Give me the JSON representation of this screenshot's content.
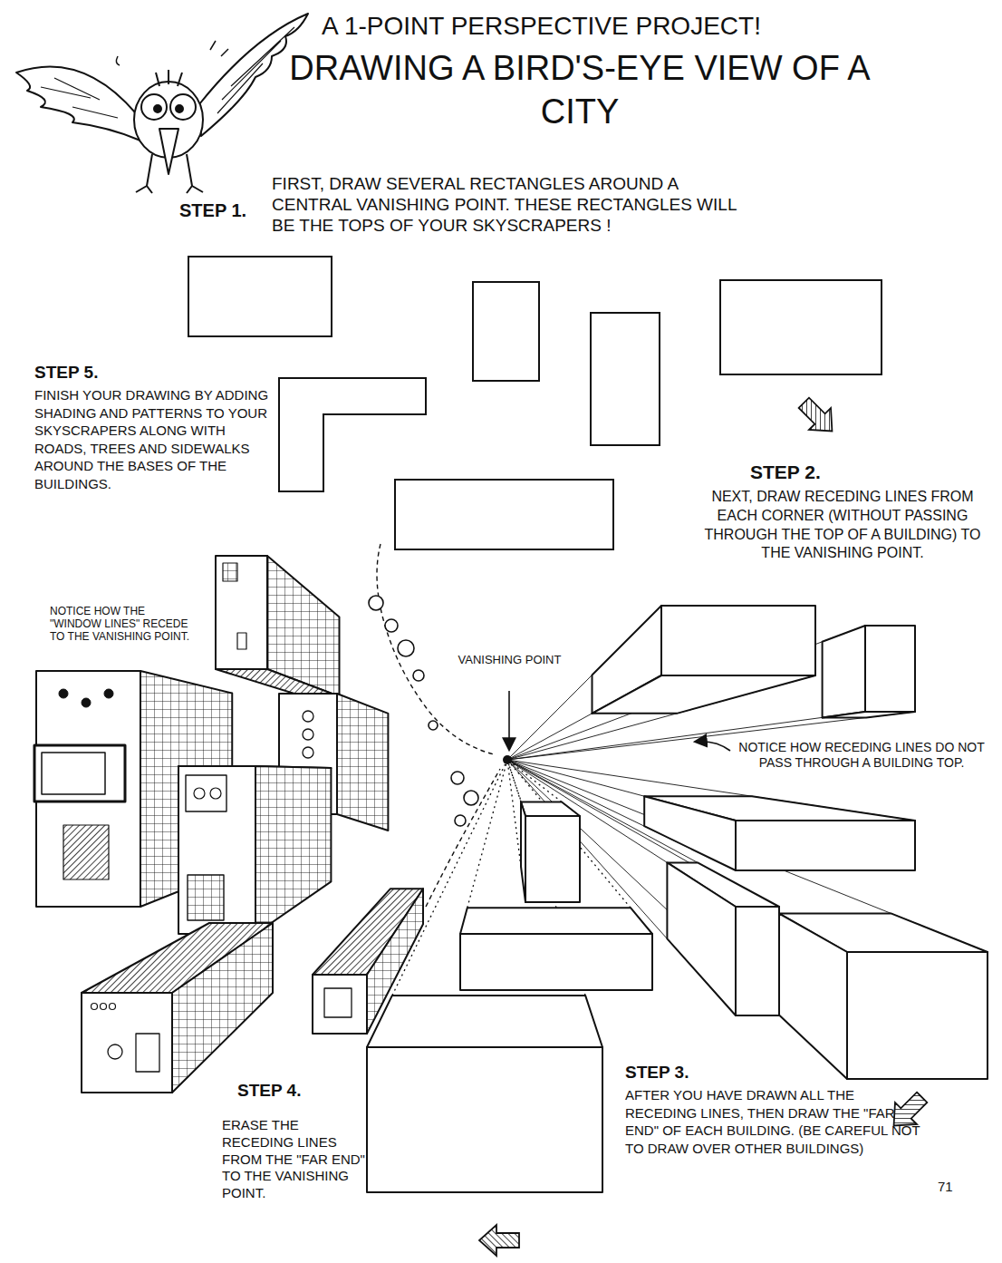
{
  "diagram": {
    "title": "DRAWING A BIRD'S-EYE VIEW OF A CITY",
    "labels": [
      "A 1-POINT PERSPECTIVE PROJECT!",
      "STEP 1.",
      "FIRST, DRAW SEVERAL RECTANGLES AROUND A CENTRAL VANISHING POINT. THESE RECTANGLES WILL BE THE TOPS OF YOUR SKYSCRAPERS !",
      "STEP 2.",
      "NEXT, DRAW RECEDING LINES FROM EACH CORNER (WITHOUT PASSING THROUGH THE TOP OF A BUILDING) TO THE VANISHING POINT.",
      "STEP 3.",
      "AFTER YOU HAVE DRAWN ALL THE RECEDING LINES, THEN DRAW THE \"FAR END\" OF EACH BUILDING. (BE CAREFUL NOT TO DRAW OVER OTHER BUILDINGS)",
      "STEP 4.",
      "ERASE THE RECEDING LINES FROM THE \"FAR END\" TO THE VANISHING POINT.",
      "STEP 5.",
      "FINISH YOUR DRAWING BY ADDING SHADING AND PATTERNS TO YOUR SKYSCRAPERS ALONG WITH ROADS, TREES AND SIDEWALKS AROUND THE BASES OF THE BUILDINGS.",
      "NOTICE HOW THE \"WINDOW LINES\" RECEDE TO THE VANISHING POINT.",
      "VANISHING POINT",
      "NOTICE HOW RECEDING LINES DO NOT PASS THROUGH A BUILDING TOP.",
      "71"
    ]
  }
}
